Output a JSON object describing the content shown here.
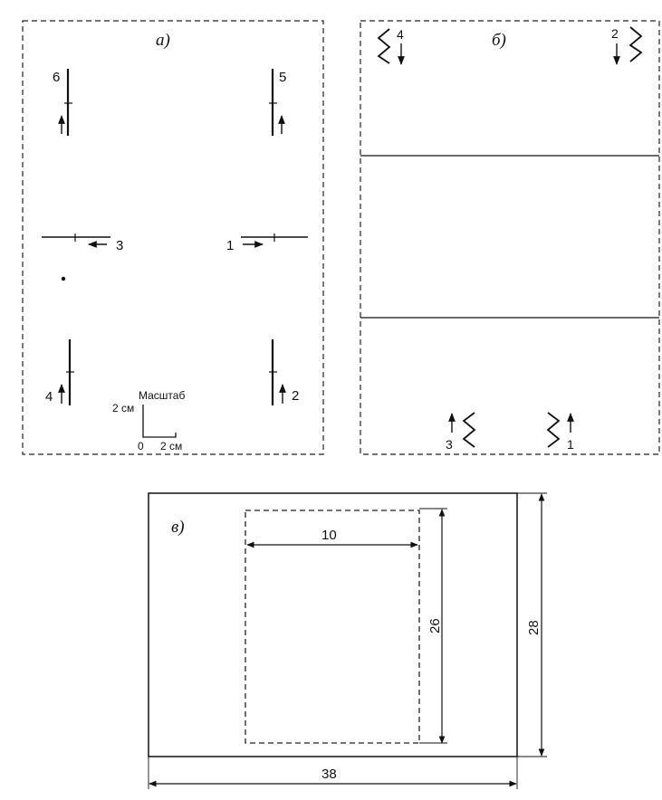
{
  "panel_a": {
    "label": "а)",
    "markers": [
      "6",
      "5",
      "3",
      "1",
      "4",
      "2"
    ],
    "scale": {
      "title": "Масштаб",
      "y_label": "2 см",
      "origin": "0",
      "x_label": "2 см"
    }
  },
  "panel_b": {
    "label": "б)",
    "markers": [
      "4",
      "2",
      "3",
      "1"
    ]
  },
  "panel_c": {
    "label": "в)",
    "dims": {
      "inner_width": "10",
      "inner_height": "26",
      "outer_height": "28",
      "outer_width": "38"
    }
  }
}
